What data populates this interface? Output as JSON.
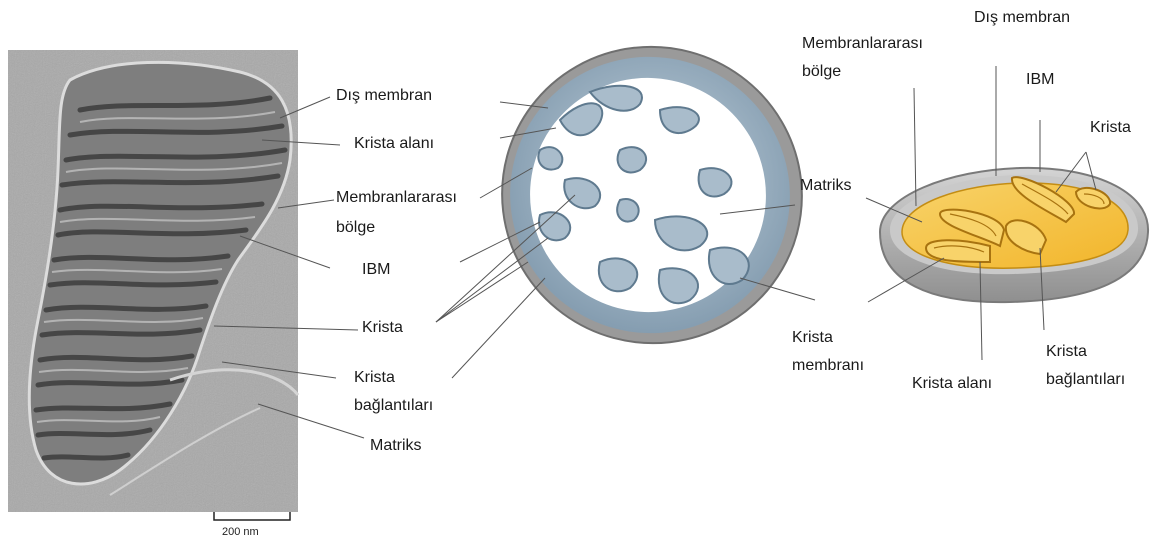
{
  "panel_em": {
    "scale_bar": "200 nm",
    "labels": {
      "dis_membran": "Dış membran",
      "krista_alani": "Krista alanı",
      "membranlararasi_1": "Membranlararası",
      "membranlararasi_2": "bölge",
      "ibm": "IBM",
      "krista": "Krista",
      "krista_baglantilari_1": "Krista",
      "krista_baglantilari_2": "bağlantıları",
      "matriks": "Matriks"
    }
  },
  "panel_3d": {
    "labels": {
      "matriks": "Matriks",
      "krista_membrani_1": "Krista",
      "krista_membrani_2": "membranı"
    }
  },
  "panel_cartoon": {
    "labels": {
      "dis_membran": "Dış membran",
      "membranlararasi_1": "Membranlararası",
      "membranlararasi_2": "bölge",
      "ibm": "IBM",
      "krista": "Krista",
      "krista_alani": "Krista alanı",
      "krista_baglantilari_1": "Krista",
      "krista_baglantilari_2": "bağlantıları"
    }
  },
  "colors": {
    "em_background": "#a9a9a9",
    "shell_blue": "#8fa9bd",
    "outer_grey": "#a8a8a8",
    "matrix_yellow": "#f6c43a"
  }
}
